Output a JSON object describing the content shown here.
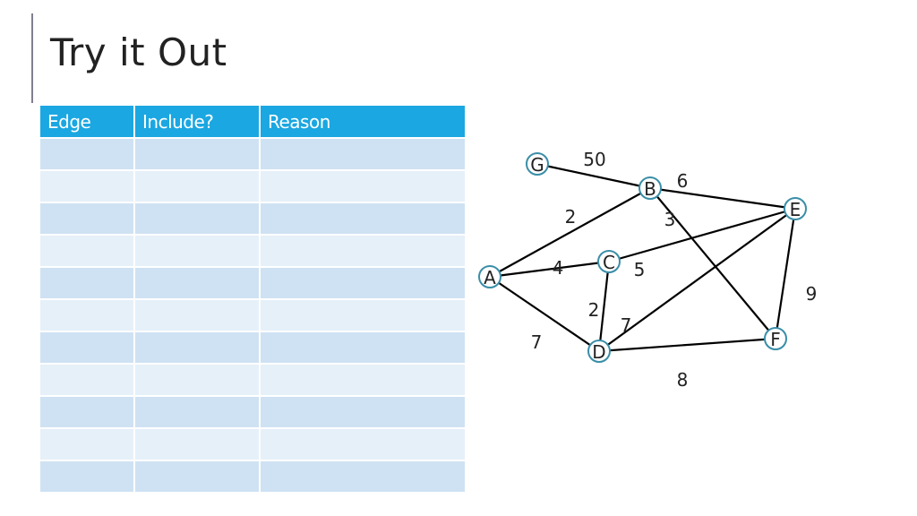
{
  "title": "Try it Out",
  "table": {
    "headers": [
      "Edge",
      "Include?",
      "Reason"
    ],
    "row_count": 11
  },
  "graph": {
    "nodes": [
      {
        "id": "G",
        "label": "G"
      },
      {
        "id": "B",
        "label": "B"
      },
      {
        "id": "E",
        "label": "E"
      },
      {
        "id": "C",
        "label": "C"
      },
      {
        "id": "A",
        "label": "A"
      },
      {
        "id": "F",
        "label": "F"
      },
      {
        "id": "D",
        "label": "D"
      }
    ],
    "edges": [
      {
        "from": "G",
        "to": "B",
        "weight": "50"
      },
      {
        "from": "B",
        "to": "E",
        "weight": "6"
      },
      {
        "from": "A",
        "to": "B",
        "weight": "2"
      },
      {
        "from": "B",
        "to": "F",
        "weight": "3"
      },
      {
        "from": "A",
        "to": "C",
        "weight": "4"
      },
      {
        "from": "C",
        "to": "E",
        "weight": "5"
      },
      {
        "from": "E",
        "to": "F",
        "weight": "9"
      },
      {
        "from": "C",
        "to": "D",
        "weight": "2"
      },
      {
        "from": "D",
        "to": "E",
        "weight": "7"
      },
      {
        "from": "A",
        "to": "D",
        "weight": "7"
      },
      {
        "from": "D",
        "to": "F",
        "weight": "8"
      }
    ]
  },
  "colors": {
    "header": "#1ba7e1",
    "row_dark": "#cfe2f3",
    "row_light": "#e6f0f8",
    "node_stroke": "#3a8ea8"
  }
}
